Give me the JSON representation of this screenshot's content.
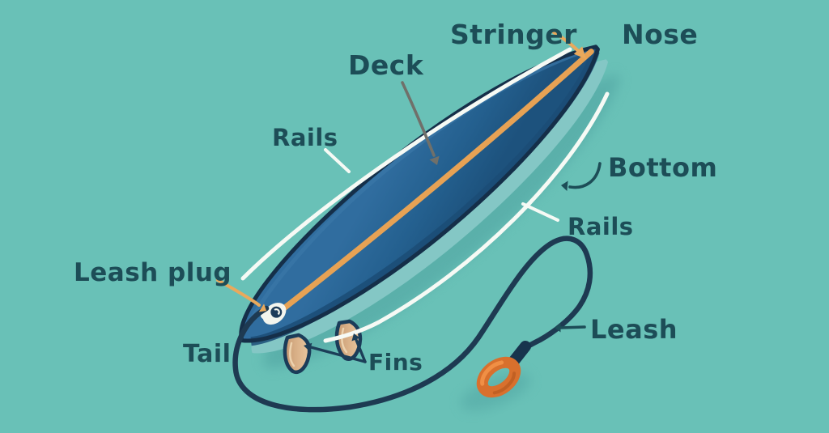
{
  "diagram": {
    "subject": "Surfboard anatomy diagram",
    "background_color": "#69c1b7",
    "text_color": "#1d4d57",
    "labels": {
      "stringer": "Stringer",
      "nose": "Nose",
      "deck": "Deck",
      "rails_upper": "Rails",
      "bottom": "Bottom",
      "rails_lower": "Rails",
      "leash_plug": "Leash plug",
      "tail": "Tail",
      "fins": "Fins",
      "leash": "Leash"
    },
    "colors": {
      "board_deck": "#2d6a9e",
      "board_deck_dark": "#1f5681",
      "board_outline": "#152f49",
      "stringer": "#e7a254",
      "rail_highlight": "#f6faf5",
      "board_bottom_sliver": "#84c7c5",
      "shadow": "#53a7a4",
      "fin_fill": "#d6ad85",
      "leash_cord": "#1e3a52",
      "leash_cuff": "#d8702d",
      "annotation_arrow_orange": "#e9a95c",
      "annotation_arrow_gray": "#70706a",
      "annotation_arrow_dark": "#1d4d57"
    }
  }
}
